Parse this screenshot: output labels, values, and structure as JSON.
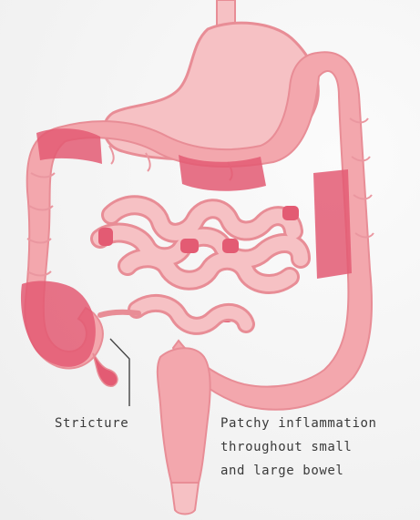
{
  "labels": {
    "stricture": "Stricture",
    "patchy": {
      "line1": "Patchy inflammation",
      "line2": "throughout small",
      "line3": "and large bowel"
    }
  },
  "colors": {
    "background": "#f4f4f4",
    "healthy_tissue": "#f3a7ad",
    "inflamed_tissue": "#e35b73",
    "stomach": "#f6c1c4",
    "outline": "#e88d96",
    "leader_line": "#444444"
  }
}
